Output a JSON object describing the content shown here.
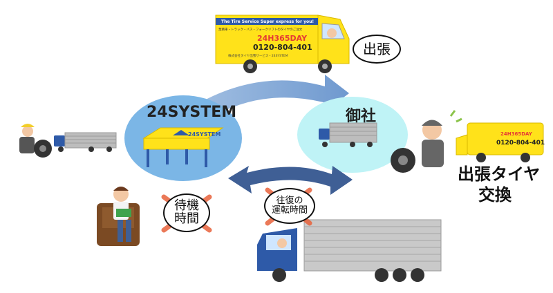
{
  "colors": {
    "yellow": "#FFE21A",
    "blue_circle": "#7BB6E6",
    "cyan_circle": "#BFF3F6",
    "arrow_light": "#86AEDB",
    "arrow_dark": "#3F5F95",
    "cross_red": "#E8623C",
    "truck_blue": "#2E5AA8"
  },
  "system": {
    "label": "24SYSTEM",
    "station_sign": "24SYSTEM"
  },
  "company": {
    "label": "御社"
  },
  "service_van": {
    "banner": "The Tire Service Super express for you!",
    "subtitle": "業務車・トラック・バス・フォークリフトのタイヤのご注文",
    "hours": "24H365DAY",
    "phone": "0120-804-401",
    "fine_print": "株式会社タイヤ出張サービス・24SYSTEM"
  },
  "small_van": {
    "hours": "24H365DAY",
    "phone": "0120-804-401"
  },
  "callouts": {
    "shucho": "出張",
    "taiki_line1": "待機",
    "taiki_line2": "時間",
    "ofuku_line1": "往復の",
    "ofuku_line2": "運転時間",
    "tire_exchange_line1": "出張タイヤ",
    "tire_exchange_line2": "交換"
  },
  "icons": {
    "worker": "mechanic-icon",
    "reader": "person-reading-icon",
    "truck": "box-truck-icon",
    "van": "service-van-icon"
  }
}
